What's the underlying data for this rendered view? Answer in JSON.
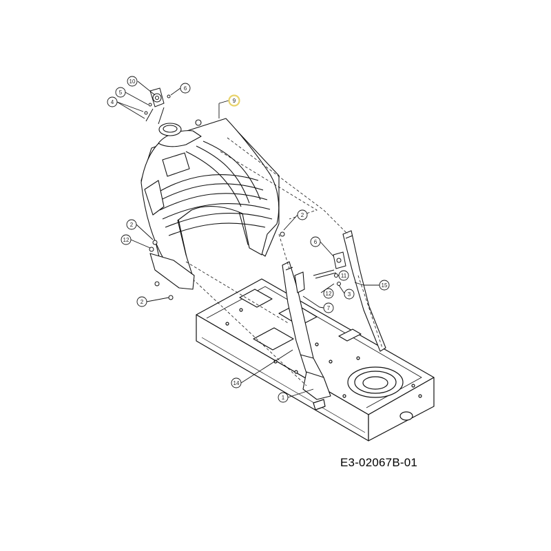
{
  "drawing_number": "E3-02067B-01",
  "colors": {
    "line": "#111111",
    "fill": "#ffffff",
    "highlight": "#e8d36a"
  },
  "callouts": [
    {
      "key": "c10",
      "label": "10"
    },
    {
      "key": "c5a",
      "label": "5"
    },
    {
      "key": "c6a",
      "label": "6"
    },
    {
      "key": "c4",
      "label": "4"
    },
    {
      "key": "c9",
      "label": "9",
      "highlighted": true
    },
    {
      "key": "c2a",
      "label": "2"
    },
    {
      "key": "c12a",
      "label": "12"
    },
    {
      "key": "c2b",
      "label": "2"
    },
    {
      "key": "c2c",
      "label": "2"
    },
    {
      "key": "c6b",
      "label": "6"
    },
    {
      "key": "c11",
      "label": "11"
    },
    {
      "key": "c15",
      "label": "15"
    },
    {
      "key": "c12b",
      "label": "12"
    },
    {
      "key": "c3",
      "label": "3"
    },
    {
      "key": "c7",
      "label": "7"
    },
    {
      "key": "c14",
      "label": "14"
    },
    {
      "key": "c1",
      "label": "1"
    }
  ]
}
